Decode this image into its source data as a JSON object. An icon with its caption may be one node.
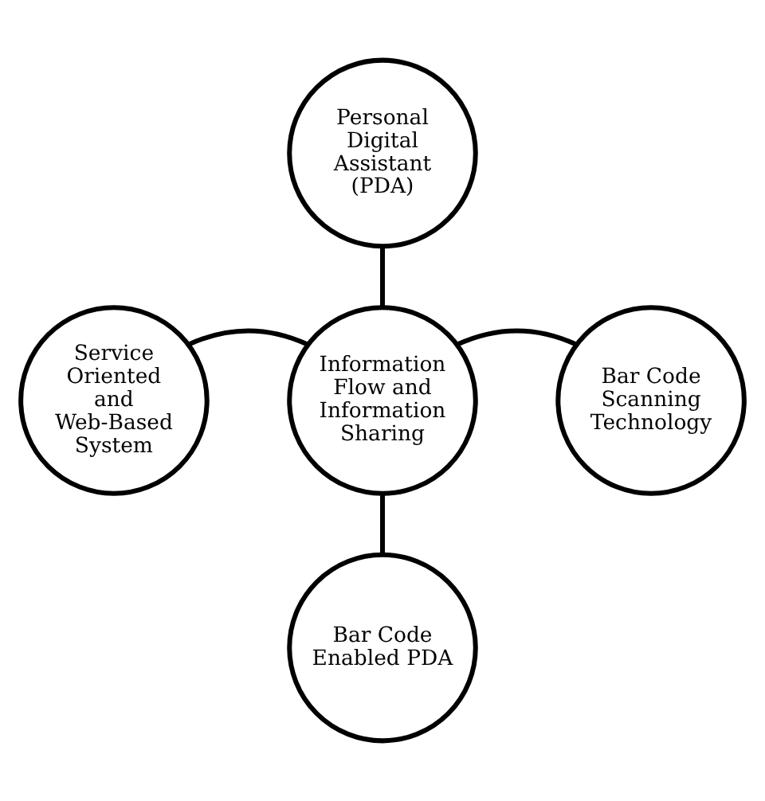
{
  "diagram": {
    "nodes": [
      {
        "text": [
          "Personal Digital Assistant (PDA)"
        ]
      },
      {
        "text": [
          "Service Oriented and Web-Based System"
        ]
      },
      {
        "text": [
          "Information Flow and Information Sharing"
        ]
      },
      {
        "text": [
          "Bar Code Scanning Technology"
        ]
      },
      {
        "text": [
          "Bar Code Enabled PDA"
        ]
      }
    ],
    "edges": [
      {
        "from": 2,
        "to": 0,
        "arrow": "none"
      },
      {
        "from": 2,
        "to": 1,
        "arrow": "none"
      },
      {
        "from": 2,
        "to": 3,
        "arrow": "none"
      },
      {
        "from": 2,
        "to": 4,
        "arrow": "none"
      }
    ]
  }
}
